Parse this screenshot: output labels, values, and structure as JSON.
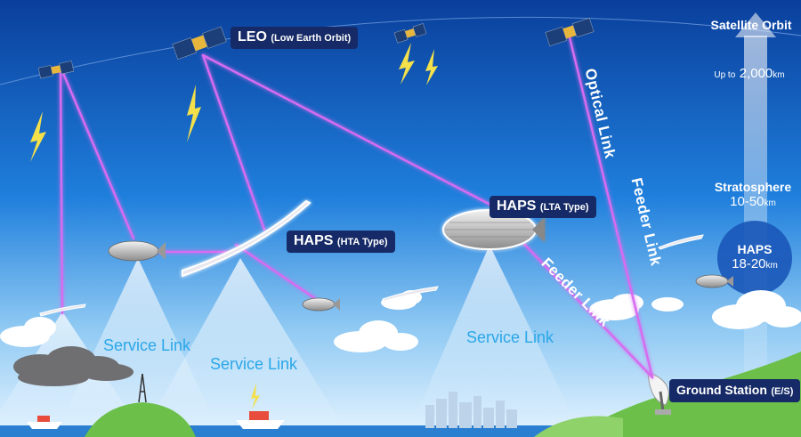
{
  "labels": {
    "leo": "LEO",
    "leo_sub": "(Low Earth Orbit)",
    "haps_hta": "HAPS",
    "haps_hta_sub": "(HTA Type)",
    "haps_lta": "HAPS",
    "haps_lta_sub": "(LTA Type)",
    "service_link_1": "Service Link",
    "service_link_2": "Service Link",
    "service_link_3": "Service Link",
    "optical_link": "Optical Link",
    "feeder_link_1": "Feeder Link",
    "feeder_link_2": "Feeder Link",
    "ground_station": "Ground Station",
    "ground_station_sub": "(E/S)"
  },
  "altitude_scale": {
    "satellite_orbit": "Satellite Orbit",
    "satellite_prefix": "Up to",
    "satellite_value": "2,000",
    "satellite_unit": "km",
    "stratosphere": "Stratosphere",
    "stratosphere_value": "10-50",
    "stratosphere_unit": "km",
    "haps": "HAPS",
    "haps_value": "18-20",
    "haps_unit": "km"
  },
  "colors": {
    "sky_top": "#0a3f9c",
    "sky_bottom": "#dcefff",
    "link_beam": "#d66cf0",
    "label_bg": "#152a66",
    "service_link_text": "#2aa7e8",
    "ground_green": "#6cc04a"
  }
}
